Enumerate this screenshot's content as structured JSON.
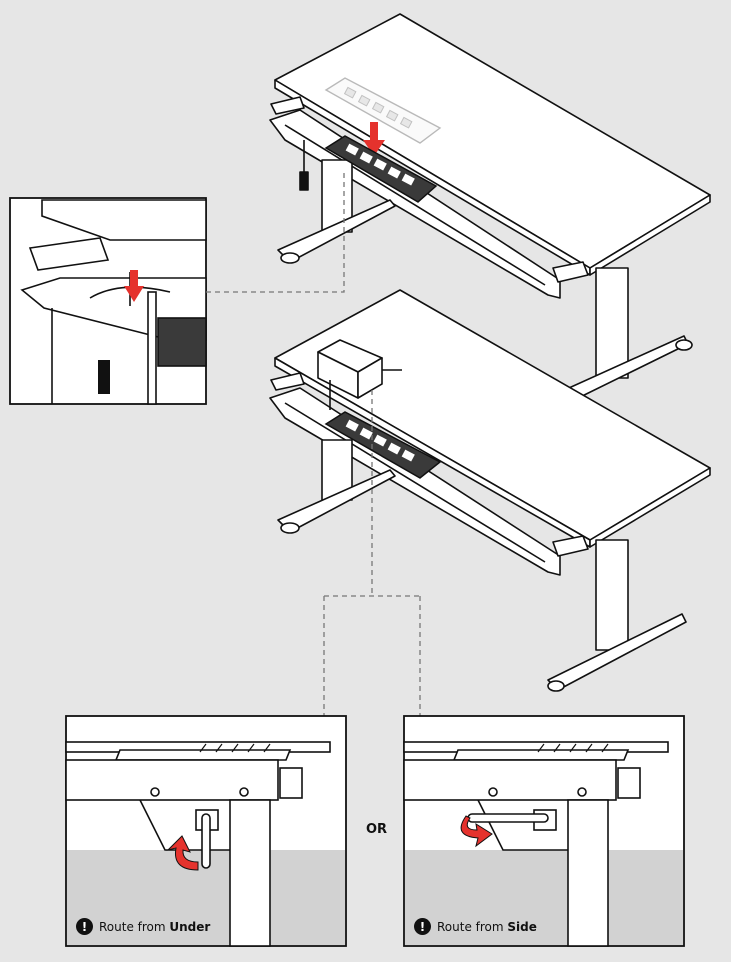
{
  "captions": {
    "under": {
      "prefix": "Route from ",
      "emphasis": "Under",
      "icon": "exclamation-icon"
    },
    "side": {
      "prefix": "Route from ",
      "emphasis": "Side",
      "icon": "exclamation-icon"
    }
  },
  "or_label": "OR",
  "colors": {
    "background": "#e6e6e6",
    "arrow": "#e5322d",
    "line": "#111111",
    "panel": "#ffffff",
    "dark_panel": "#3a3a3a"
  }
}
